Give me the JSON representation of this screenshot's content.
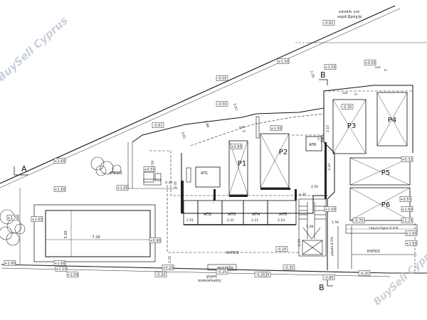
{
  "watermark": {
    "top_left": "BuySell Cyprus",
    "bottom_right": "BuySell Cyprus"
  },
  "annotation_top": {
    "line1": "κανάλι για",
    "line2": "νερά βροχής"
  },
  "section_marks": {
    "a": "A",
    "b_top": "B",
    "b_bottom": "B"
  },
  "parking": {
    "p1": "P1",
    "p2": "P2",
    "p3": "P3",
    "p4": "P4",
    "p5": "P5",
    "p6": "P6"
  },
  "garden_labels": {
    "left": "ΚΗΠΟΣ",
    "bottom": "ΚΗΠΟΣ",
    "right": "ΚΗΠΟΣ"
  },
  "storage": {
    "ap1": "ΑΠ1",
    "ap2": "ΑΠ2",
    "ap3": "ΑΠ3",
    "ap4": "ΑΠ4",
    "ap5": "ΑΠ5",
    "ap6": "ΑΠ6"
  },
  "notes": {
    "rubbish": "σκουπίδα",
    "recycling_1": "χώρος",
    "recycling_2": "ανακύκλωσης",
    "ramp": "ράμπα 6.5%",
    "cashbox": "ταμιευτήριο Α.Η.Κ.",
    "out": "out",
    "in": "in"
  },
  "pool_dims": {
    "length": "7.29",
    "width": "3.20"
  },
  "dimensions": {
    "d251": "2.51",
    "d221a": "2.21",
    "d221b": "2.21",
    "d223": "2.23",
    "d450": "4.50",
    "d430": "4.30",
    "d235a": "2.35",
    "d235b": "2.35",
    "d240": "2.40",
    "d215": "2.15",
    "d230": "2.30",
    "d225": "2.25",
    "d156": "1.56",
    "d128": "1.28",
    "d244": "2.44",
    "d507": "5.07",
    "d280": "2.80",
    "d301": "3.01",
    "d235c": "2.35",
    "d250": "2.50",
    "d436": "4.36"
  },
  "levels": {
    "l1": "-0.82",
    "l2": "+1.50",
    "l3": "+1.55",
    "l4": "-0.55",
    "l5": "-0.50",
    "l6": "-0.62",
    "l7": "+0.85",
    "l8": "+1.00",
    "l9": "-0.35",
    "l10": "+1.60",
    "l11": "+0.55",
    "l12": "+0.05",
    "l13": "+1.70",
    "l14": "+1.60",
    "l15": "+1.65",
    "l16": "+1.60",
    "l17": "+1.60",
    "l18": "+1.60",
    "l19": "+1.20",
    "l20": "+1.00",
    "l21": "-0.20",
    "l22": "+0.20",
    "l23": "-0.25",
    "l24": "-0.25",
    "l25": "-0.30",
    "l26": "-0.25",
    "l27": "-0.20",
    "l28": "-0.80",
    "l29": "-0.20",
    "l30": "-0.70",
    "l31": "+0.32",
    "l32": "+0.55",
    "l33": "+1.60",
    "l34": "+1.25",
    "l35": "+1.60",
    "l36": "+1.60",
    "l37": "+1.00",
    "l38": "+0.90"
  }
}
